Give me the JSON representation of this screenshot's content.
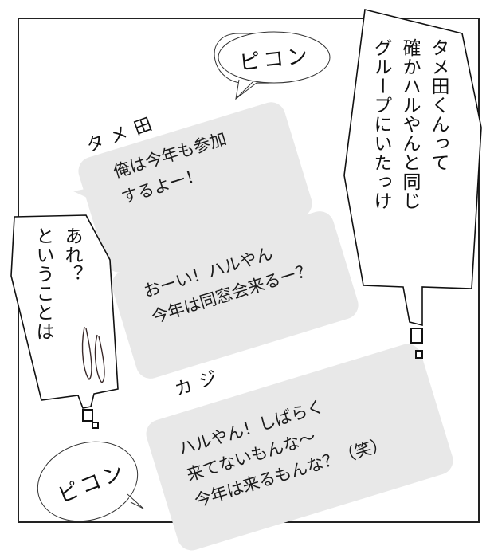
{
  "panel": {
    "border_color": "#222222",
    "bubble_fill": "#e8e8e8"
  },
  "sound_effects": [
    {
      "text": "ピコン",
      "position": "top-center"
    },
    {
      "text": "ピコン",
      "position": "bottom-left"
    }
  ],
  "chat_messages": [
    {
      "sender": "タメ田",
      "lines": [
        "俺は今年も参加",
        "するよー！"
      ]
    },
    {
      "sender": "",
      "lines": [
        "おーい！ハルやん",
        "今年は同窓会来るー？"
      ]
    },
    {
      "sender": "カジ",
      "lines": [
        "ハルやん！しばらく",
        "来てないもんな〜",
        "今年は来るもんな？（笑）"
      ]
    }
  ],
  "thought_bubbles": [
    {
      "position": "right",
      "lines": [
        "タメ田くんって",
        "確かハルやんと同じ",
        "グループにいたっけ"
      ]
    },
    {
      "position": "left",
      "lines": [
        "あれ？",
        "ということは"
      ]
    }
  ],
  "decorations": {
    "sweat_drops": "left-bubble"
  }
}
